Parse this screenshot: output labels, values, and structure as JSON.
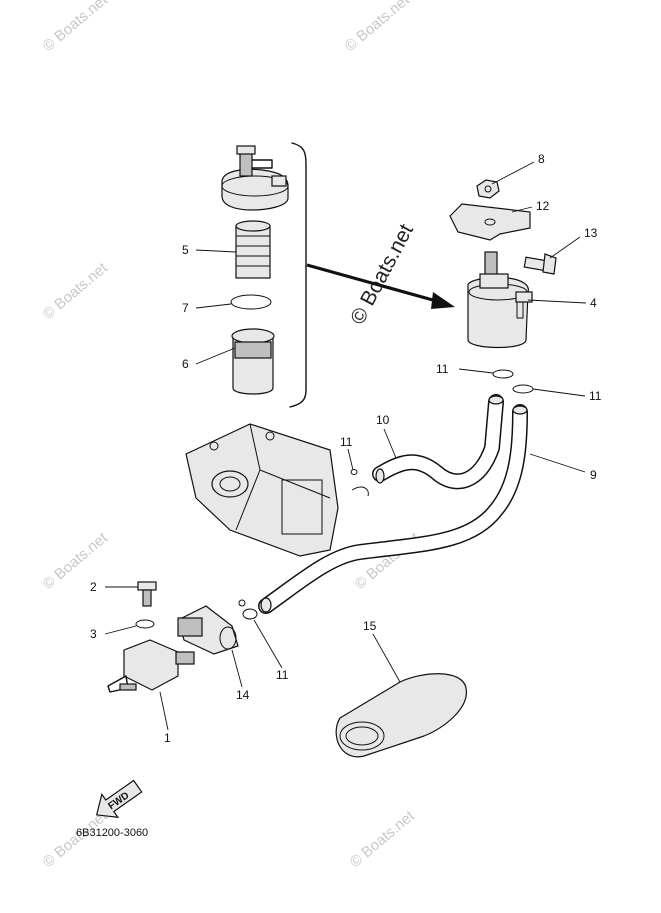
{
  "watermark": {
    "text": "© Boats.net",
    "center_text": "© Boats.net"
  },
  "callouts": {
    "c1": "1",
    "c2": "2",
    "c3": "3",
    "c4": "4",
    "c5": "5",
    "c6": "6",
    "c7": "7",
    "c8": "8",
    "c9": "9",
    "c10": "10",
    "c11a": "11",
    "c11b": "11",
    "c11c": "11",
    "c11d": "11",
    "c12": "12",
    "c13": "13",
    "c14": "14",
    "c15": "15"
  },
  "fwd_label": "FWD",
  "diagram_code": "6B31200-3060"
}
